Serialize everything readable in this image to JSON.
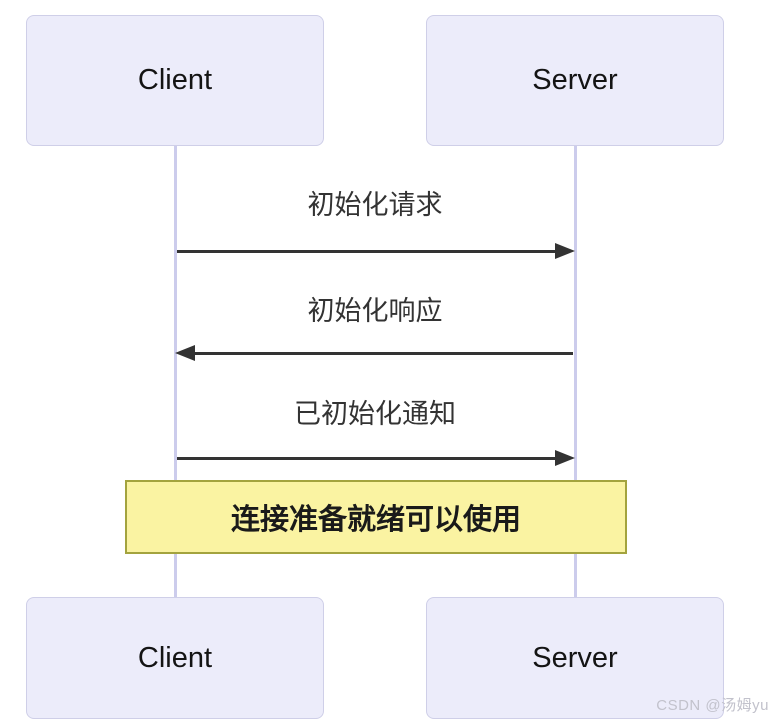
{
  "actors": {
    "client": "Client",
    "server": "Server"
  },
  "messages": [
    {
      "label": "初始化请求",
      "from": "Client",
      "to": "Server",
      "direction": "right"
    },
    {
      "label": "初始化响应",
      "from": "Server",
      "to": "Client",
      "direction": "left"
    },
    {
      "label": "已初始化通知",
      "from": "Client",
      "to": "Server",
      "direction": "right"
    }
  ],
  "note": {
    "text": "连接准备就绪可以使用"
  },
  "watermark": "CSDN @汤姆yu",
  "colors": {
    "actor_fill": "#ececfa",
    "actor_border": "#cfcfe8",
    "lifeline": "#ccccec",
    "arrow": "#333333",
    "message_text": "#333333",
    "note_fill": "#faf3a2",
    "note_border": "#a3a33e",
    "background": "#ffffff"
  }
}
